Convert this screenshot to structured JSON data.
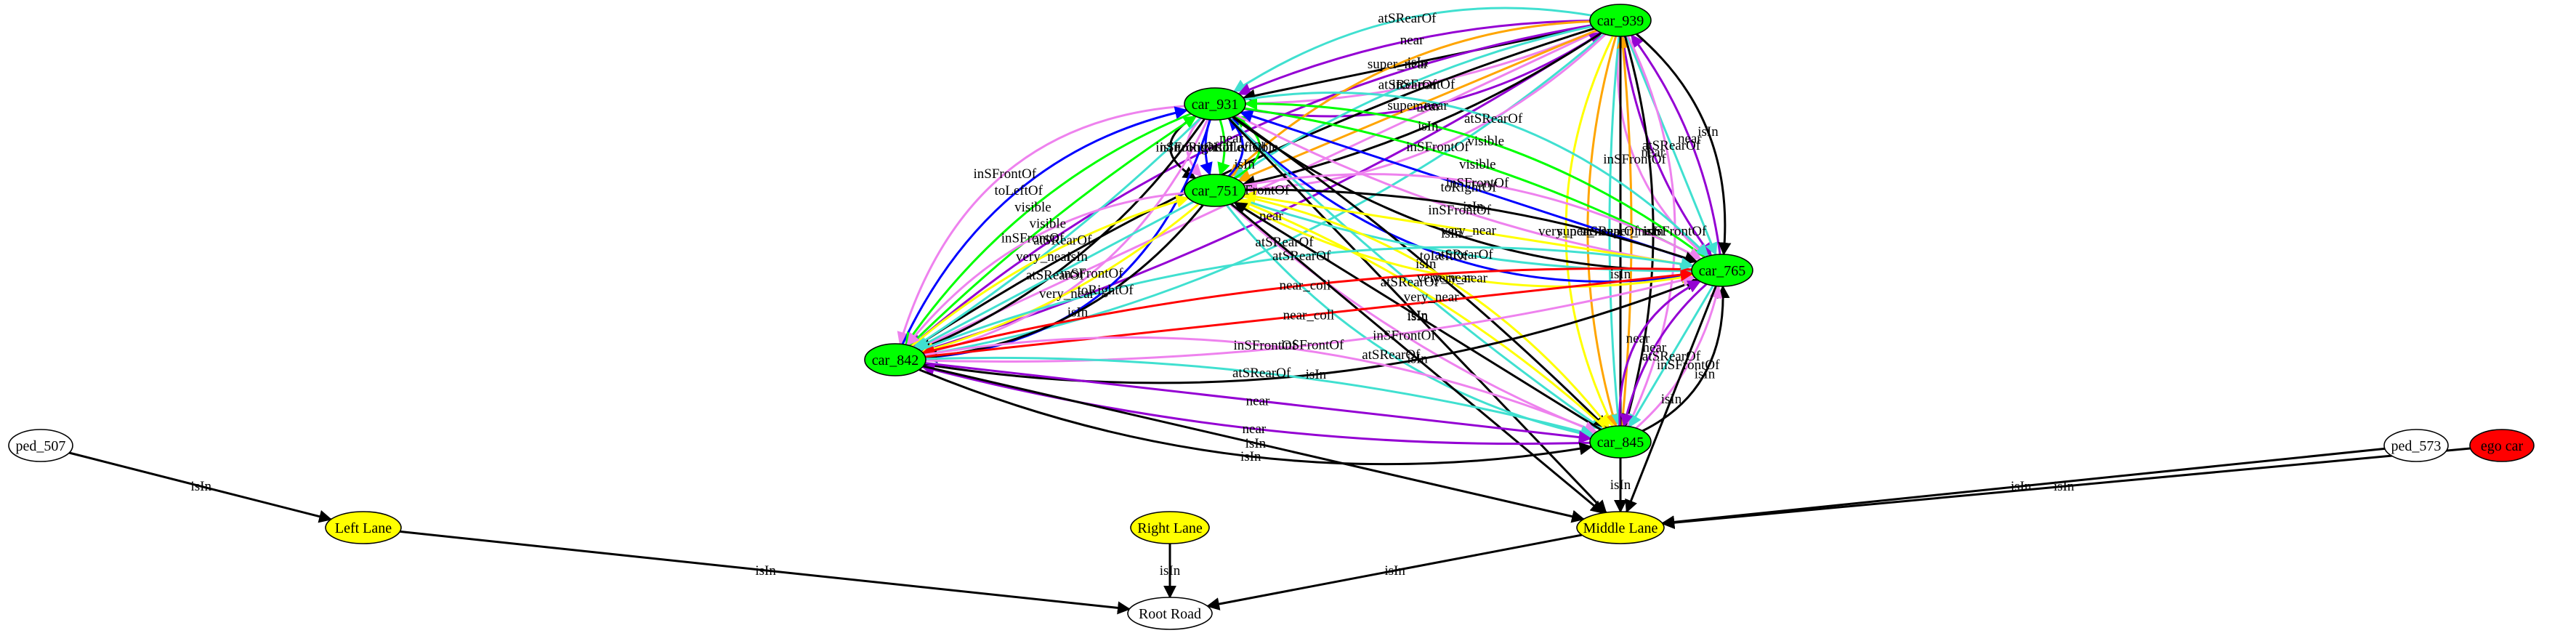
{
  "colors": {
    "car": "#00ff00",
    "lane": "#ffff00",
    "ego": "#ff0000",
    "plain": "#ffffff",
    "relations": {
      "isIn": "#000000",
      "near": "#9400d3",
      "inSFrontOf": "#ee82ee",
      "atSRearOf": "#40e0d0",
      "super_near": "#ffa500",
      "very_near": "#ffff00",
      "visible": "#00ff00",
      "toLeftOf": "#0000ff",
      "toRightOf": "#0000ff",
      "near_coll": "#ff0000"
    }
  },
  "nodes": [
    {
      "id": "car_939",
      "label": "car_939",
      "kind": "car"
    },
    {
      "id": "car_931",
      "label": "car_931",
      "kind": "car"
    },
    {
      "id": "car_751",
      "label": "car_751",
      "kind": "car"
    },
    {
      "id": "car_765",
      "label": "car_765",
      "kind": "car"
    },
    {
      "id": "car_842",
      "label": "car_842",
      "kind": "car"
    },
    {
      "id": "car_845",
      "label": "car_845",
      "kind": "car"
    },
    {
      "id": "ped_507",
      "label": "ped_507",
      "kind": "plain"
    },
    {
      "id": "ped_573",
      "label": "ped_573",
      "kind": "plain"
    },
    {
      "id": "ego_car",
      "label": "ego car",
      "kind": "ego"
    },
    {
      "id": "left_lane",
      "label": "Left Lane",
      "kind": "lane"
    },
    {
      "id": "right_lane",
      "label": "Right Lane",
      "kind": "lane"
    },
    {
      "id": "middle_lane",
      "label": "Middle Lane",
      "kind": "lane"
    },
    {
      "id": "root_road",
      "label": "Root Road",
      "kind": "plain"
    }
  ],
  "edges": [
    {
      "from": "car_939",
      "to": "car_931",
      "label": "atSRearOf"
    },
    {
      "from": "car_939",
      "to": "car_931",
      "label": "near"
    },
    {
      "from": "car_939",
      "to": "car_931",
      "label": "isIn"
    },
    {
      "from": "car_939",
      "to": "car_931",
      "label": "inSFrontOf"
    },
    {
      "from": "car_931",
      "to": "car_939",
      "label": "near"
    },
    {
      "from": "car_939",
      "to": "car_842",
      "label": "near"
    },
    {
      "from": "car_939",
      "to": "car_842",
      "label": "isIn"
    },
    {
      "from": "car_939",
      "to": "car_842",
      "label": "inSFrontOf"
    },
    {
      "from": "car_842",
      "to": "car_939",
      "label": "near"
    },
    {
      "from": "car_939",
      "to": "car_842",
      "label": "atSRearOf"
    },
    {
      "from": "car_939",
      "to": "car_751",
      "label": "super_near"
    },
    {
      "from": "car_939",
      "to": "car_751",
      "label": "atSRearOf"
    },
    {
      "from": "car_939",
      "to": "car_751",
      "label": "super_near"
    },
    {
      "from": "car_939",
      "to": "car_751",
      "label": "isIn"
    },
    {
      "from": "car_939",
      "to": "car_751",
      "label": "inSFrontOf"
    },
    {
      "from": "car_939",
      "to": "car_765",
      "label": "inSFrontOf"
    },
    {
      "from": "car_939",
      "to": "car_765",
      "label": "near"
    },
    {
      "from": "car_939",
      "to": "car_765",
      "label": "atSRearOf"
    },
    {
      "from": "car_765",
      "to": "car_939",
      "label": "near"
    },
    {
      "from": "car_939",
      "to": "car_765",
      "label": "isIn"
    },
    {
      "from": "car_939",
      "to": "car_845",
      "label": "very_near"
    },
    {
      "from": "car_939",
      "to": "car_845",
      "label": "super_near"
    },
    {
      "from": "car_939",
      "to": "car_845",
      "label": "atSRearOf"
    },
    {
      "from": "car_845",
      "to": "car_939",
      "label": "super_near"
    },
    {
      "from": "car_939",
      "to": "car_845",
      "label": "isIn"
    },
    {
      "from": "car_939",
      "to": "car_845",
      "label": "inSFrontOf"
    },
    {
      "from": "car_939",
      "to": "middle_lane",
      "label": "isIn"
    },
    {
      "from": "car_931",
      "to": "car_751",
      "label": "isIn"
    },
    {
      "from": "car_931",
      "to": "car_751",
      "label": "inSFrontOf"
    },
    {
      "from": "car_931",
      "to": "car_751",
      "label": "toRightOf"
    },
    {
      "from": "car_931",
      "to": "car_751",
      "label": "visible"
    },
    {
      "from": "car_751",
      "to": "car_931",
      "label": "toLeftOf"
    },
    {
      "from": "car_751",
      "to": "car_931",
      "label": "visible"
    },
    {
      "from": "car_931",
      "to": "car_842",
      "label": "inSFrontOf"
    },
    {
      "from": "car_842",
      "to": "car_931",
      "label": "toLeftOf"
    },
    {
      "from": "car_931",
      "to": "car_842",
      "label": "visible"
    },
    {
      "from": "car_842",
      "to": "car_931",
      "label": "visible"
    },
    {
      "from": "car_931",
      "to": "car_842",
      "label": "atSRearOf"
    },
    {
      "from": "car_931",
      "to": "car_842",
      "label": "isIn"
    },
    {
      "from": "car_931",
      "to": "car_842",
      "label": "inSFrontOf"
    },
    {
      "from": "car_931",
      "to": "car_842",
      "label": "toRightOf"
    },
    {
      "from": "car_931",
      "to": "car_765",
      "label": "toLeftOf"
    },
    {
      "from": "car_931",
      "to": "car_765",
      "label": "isIn"
    },
    {
      "from": "car_931",
      "to": "car_765",
      "label": "inSFrontOf"
    },
    {
      "from": "car_765",
      "to": "car_931",
      "label": "toRightOf"
    },
    {
      "from": "car_931",
      "to": "car_765",
      "label": "visible"
    },
    {
      "from": "car_765",
      "to": "car_931",
      "label": "visible"
    },
    {
      "from": "car_931",
      "to": "car_765",
      "label": "atSRearOf"
    },
    {
      "from": "car_931",
      "to": "car_845",
      "label": "atSRearOf"
    },
    {
      "from": "car_931",
      "to": "car_845",
      "label": "isIn"
    },
    {
      "from": "car_931",
      "to": "middle_lane",
      "label": "isIn"
    },
    {
      "from": "car_751",
      "to": "car_842",
      "label": "isIn"
    },
    {
      "from": "car_751",
      "to": "car_842",
      "label": "very_near"
    },
    {
      "from": "car_751",
      "to": "car_842",
      "label": "atSRearOf"
    },
    {
      "from": "car_842",
      "to": "car_751",
      "label": "very_near"
    },
    {
      "from": "car_751",
      "to": "car_842",
      "label": "inSFrontOf"
    },
    {
      "from": "car_751",
      "to": "car_765",
      "label": "inSFrontOf"
    },
    {
      "from": "car_751",
      "to": "car_765",
      "label": "isIn"
    },
    {
      "from": "car_765",
      "to": "car_751",
      "label": "very_near"
    },
    {
      "from": "car_751",
      "to": "car_765",
      "label": "atSRearOf"
    },
    {
      "from": "car_751",
      "to": "car_765",
      "label": "very_near"
    },
    {
      "from": "car_751",
      "to": "car_845",
      "label": "very_near"
    },
    {
      "from": "car_845",
      "to": "car_751",
      "label": "very_near"
    },
    {
      "from": "car_845",
      "to": "car_751",
      "label": "isIn"
    },
    {
      "from": "car_751",
      "to": "car_845",
      "label": "inSFrontOf"
    },
    {
      "from": "car_751",
      "to": "car_845",
      "label": "atSRearOf"
    },
    {
      "from": "car_751",
      "to": "middle_lane",
      "label": "isIn"
    },
    {
      "from": "car_842",
      "to": "car_765",
      "label": "isIn"
    },
    {
      "from": "car_842",
      "to": "car_765",
      "label": "inSFrontOf"
    },
    {
      "from": "car_842",
      "to": "car_765",
      "label": "near_coll"
    },
    {
      "from": "car_765",
      "to": "car_842",
      "label": "near_coll"
    },
    {
      "from": "car_842",
      "to": "car_765",
      "label": "atSRearOf"
    },
    {
      "from": "car_842",
      "to": "car_845",
      "label": "inSFrontOf"
    },
    {
      "from": "car_842",
      "to": "car_845",
      "label": "atSRearOf"
    },
    {
      "from": "car_842",
      "to": "car_845",
      "label": "near"
    },
    {
      "from": "car_845",
      "to": "car_842",
      "label": "near"
    },
    {
      "from": "car_842",
      "to": "car_845",
      "label": "isIn"
    },
    {
      "from": "car_842",
      "to": "middle_lane",
      "label": "isIn"
    },
    {
      "from": "car_845",
      "to": "car_765",
      "label": "isIn"
    },
    {
      "from": "car_845",
      "to": "car_765",
      "label": "inSFrontOf"
    },
    {
      "from": "car_765",
      "to": "car_845",
      "label": "atSRearOf"
    },
    {
      "from": "car_765",
      "to": "car_845",
      "label": "near"
    },
    {
      "from": "car_845",
      "to": "car_765",
      "label": "near"
    },
    {
      "from": "car_765",
      "to": "middle_lane",
      "label": "isIn"
    },
    {
      "from": "car_845",
      "to": "middle_lane",
      "label": "isIn"
    },
    {
      "from": "ped_507",
      "to": "left_lane",
      "label": "isIn"
    },
    {
      "from": "ped_573",
      "to": "middle_lane",
      "label": "isIn"
    },
    {
      "from": "ego_car",
      "to": "middle_lane",
      "label": "isIn"
    },
    {
      "from": "left_lane",
      "to": "root_road",
      "label": "isIn"
    },
    {
      "from": "right_lane",
      "to": "root_road",
      "label": "isIn"
    },
    {
      "from": "middle_lane",
      "to": "root_road",
      "label": "isIn"
    }
  ]
}
